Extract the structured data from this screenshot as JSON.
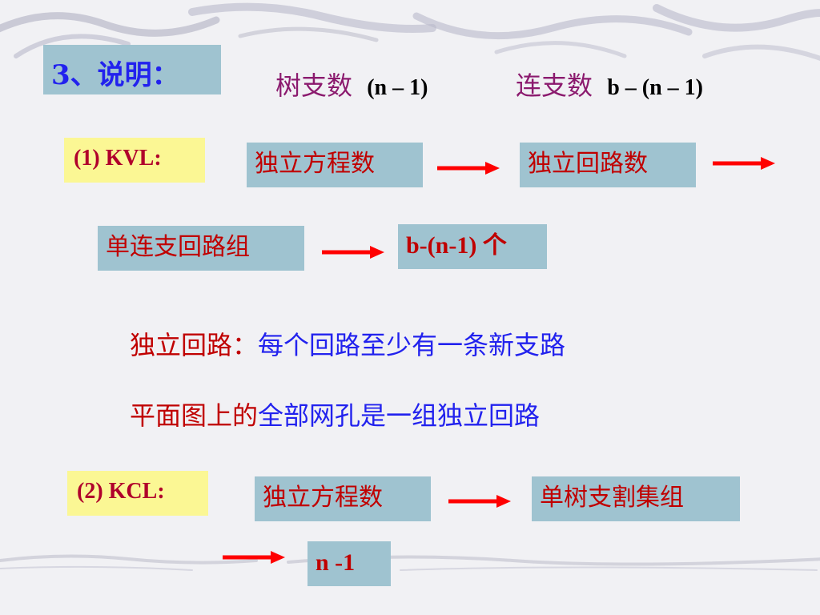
{
  "heading": "3、说明：",
  "tree_label": "树支数",
  "tree_formula": "(n – 1)",
  "link_label": "连支数",
  "link_formula": "b – (n – 1)",
  "kvl": {
    "label": "(1) KVL:",
    "box1": "独立方程数",
    "box2": "独立回路数",
    "box3": "单连支回路组",
    "box4": "b-(n-1) 个"
  },
  "note1": {
    "prefix": "独立回路：",
    "text": "每个回路至少有一条新支路"
  },
  "note2": {
    "prefix": "平面图上的",
    "text": "全部网孔是一组独立回路"
  },
  "kcl": {
    "label": "(2) KCL:",
    "box1": "独立方程数",
    "box2": "单树支割集组",
    "box3": "n -1"
  },
  "colors": {
    "box_blue": "#9fc3d0",
    "box_yellow": "#fbf794",
    "arrow_red": "#ff0000",
    "text_red": "#c00000",
    "text_blue": "#2222ee",
    "text_purple": "#8b1a6e"
  }
}
